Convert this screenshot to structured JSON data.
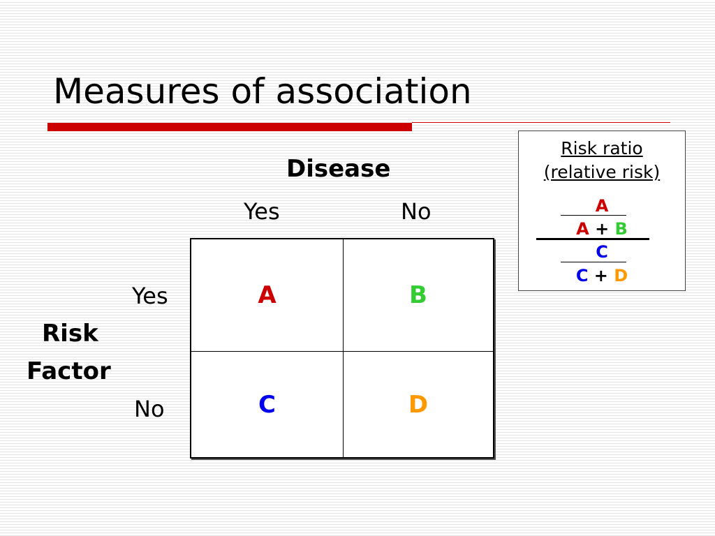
{
  "slide": {
    "title": "Measures of association"
  },
  "table": {
    "column_group_label": "Disease",
    "column_headers": [
      "Yes",
      "No"
    ],
    "row_group_label": [
      "Risk",
      "Factor"
    ],
    "row_headers": [
      "Yes",
      "No"
    ],
    "cells": [
      [
        "A",
        "B"
      ],
      [
        "C",
        "D"
      ]
    ]
  },
  "risk_ratio": {
    "title_line1": "Risk ratio",
    "title_line2": "(relative risk)",
    "numerator": {
      "top": "A",
      "bottom_left": "A",
      "bottom_op": "+",
      "bottom_right": "B"
    },
    "denominator": {
      "top": "C",
      "bottom_left": "C",
      "bottom_op": "+",
      "bottom_right": "D"
    }
  },
  "colors": {
    "accent_bar": "#cc0000",
    "cell_a": "#cc0000",
    "cell_b": "#33cc33",
    "cell_c": "#0000ee",
    "cell_d": "#ff9900"
  }
}
